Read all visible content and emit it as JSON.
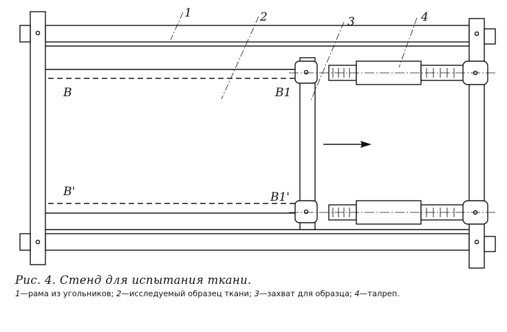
{
  "labels": {
    "part1": "1",
    "part2": "2",
    "part3": "3",
    "part4": "4",
    "b": "B",
    "b_prime": "B'",
    "b1": "B1",
    "b1_prime": "B1'"
  },
  "caption": {
    "title": "Рис. 4. Стенд для испытания ткани.",
    "legend": [
      {
        "num": "1",
        "text": "рама из угольников;"
      },
      {
        "num": "2",
        "text": "исследуемый образец ткани;"
      },
      {
        "num": "3",
        "text": "захват для образца;"
      },
      {
        "num": "4",
        "text": "талреп."
      }
    ]
  }
}
